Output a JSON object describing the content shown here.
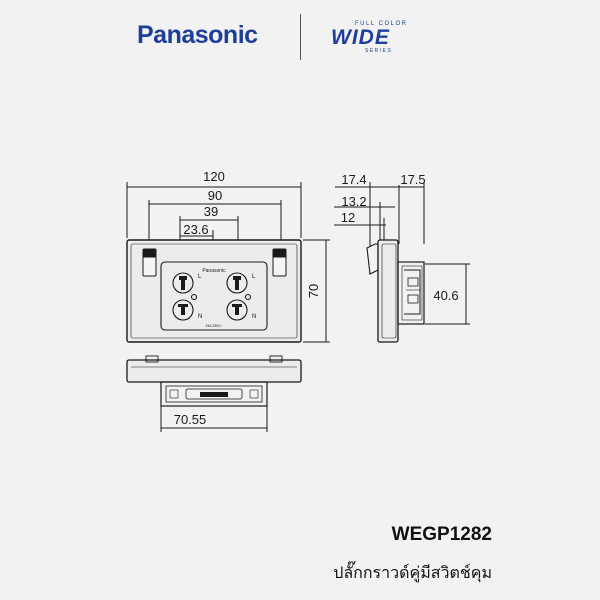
{
  "header": {
    "brand": "Panasonic",
    "series_top": "FULL COLOR",
    "series_main": "WIDE",
    "series_bottom": "SERIES"
  },
  "dimensions": {
    "front_width": "120",
    "mount_spacing": "90",
    "outlet_spacing": "39",
    "outlet_width": "23.6",
    "height": "70",
    "depth_a": "17.4",
    "depth_b": "17.5",
    "depth_c": "13.2",
    "depth_d": "12",
    "box_height": "40.6",
    "box_width": "70.55"
  },
  "plate_labels": {
    "brand": "Panasonic",
    "live": "L",
    "neutral": "N",
    "rating": "15A 250V~"
  },
  "product": {
    "model": "WEGP1282",
    "description": "ปลั๊กกราวด์คู่มีสวิตช์คุม"
  },
  "colors": {
    "brand_blue": "#1d3f9a",
    "line": "#1a1a1a",
    "plate_fill": "#ececec"
  }
}
